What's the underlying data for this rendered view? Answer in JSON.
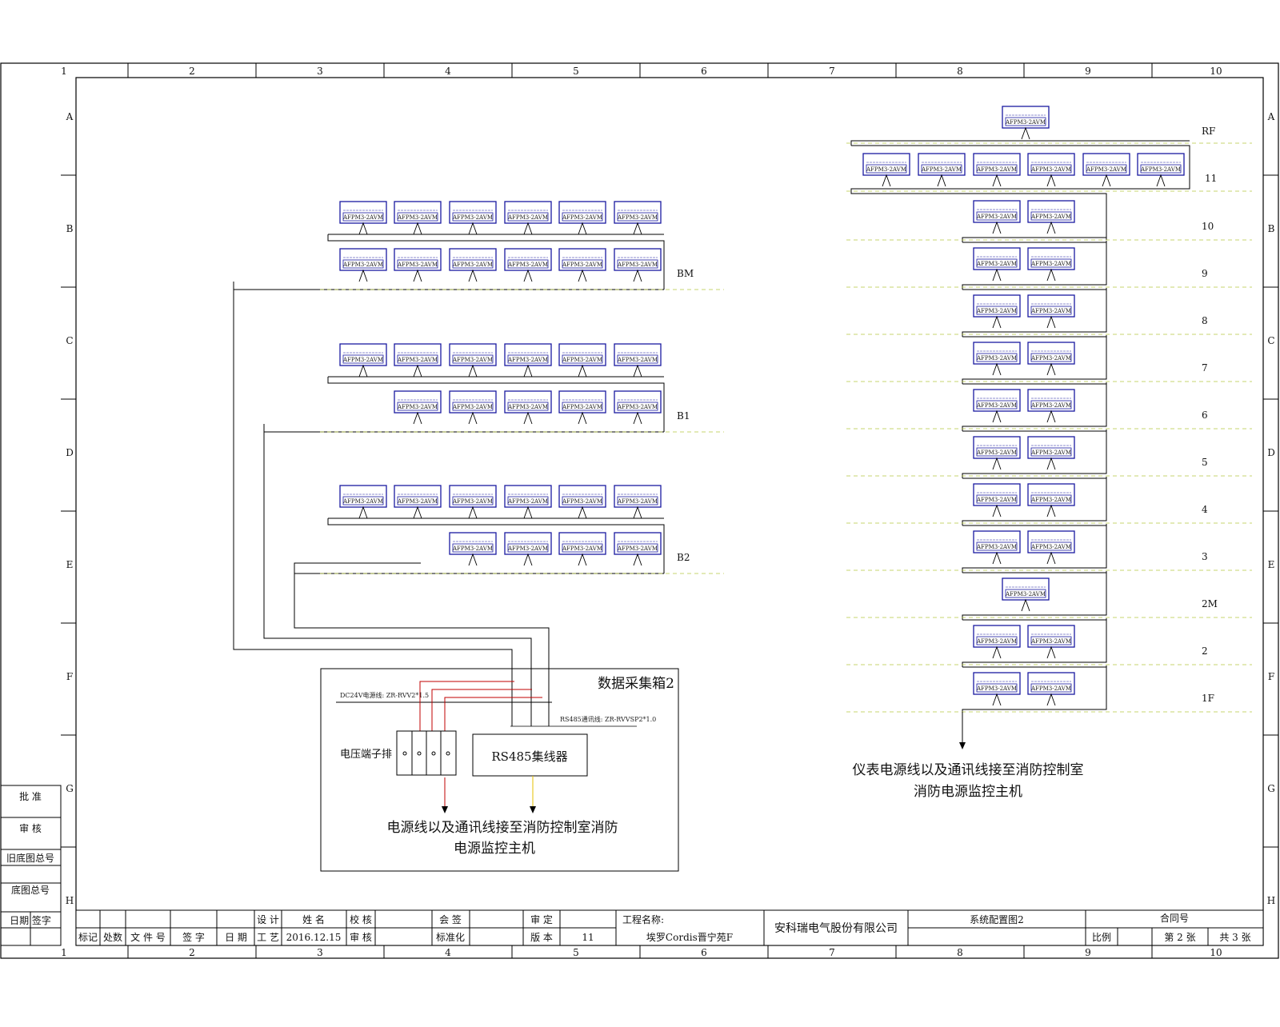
{
  "border": {
    "columns": [
      "1",
      "2",
      "3",
      "4",
      "5",
      "6",
      "7",
      "8",
      "9",
      "10"
    ],
    "rows": [
      "A",
      "B",
      "C",
      "D",
      "E",
      "F",
      "G",
      "H"
    ]
  },
  "left_system": {
    "floor_labels": [
      "BM",
      "B1",
      "B2"
    ],
    "box_title": "数据采集箱2",
    "power_line_note": "DC24V电源线: ZR-RVV2*1.5",
    "rs485_line_note": "RS485通讯线: ZR-RVVSP2*1.0",
    "terminal_label": "电压端子排",
    "concentrator_label": "RS485集线器",
    "bottom_note_1": "电源线以及通讯线接至消防控制室消防",
    "bottom_note_2": "电源监控主机"
  },
  "right_system": {
    "floor_labels": [
      "RF",
      "11",
      "10",
      "9",
      "8",
      "7",
      "6",
      "5",
      "4",
      "3",
      "2M",
      "2",
      "1F"
    ],
    "note_1": "仪表电源线以及通讯线接至消防控制室",
    "note_2": "消防电源监控主机"
  },
  "meter": {
    "model": "AFPM3-2AVM"
  },
  "sidebar": {
    "labels": [
      "批 准",
      "审 核",
      "旧底图总号",
      "底图总号",
      "日期 签字"
    ]
  },
  "title_block": {
    "row1": [
      "设 计",
      "姓 名",
      "校 核",
      "会 签",
      "审 定"
    ],
    "row2": [
      "标记",
      "处数",
      "文 件 号",
      "签 字",
      "日 期"
    ],
    "row2b": [
      "工 艺",
      "2016.12.15",
      "审 核",
      "标准化",
      "版 本",
      "11"
    ],
    "project_label": "工程名称:",
    "project_name": "埃罗Cordis晋宁苑F",
    "company": "安科瑞电气股份有限公司",
    "drawing_title": "系统配置图2",
    "drawing_no": "合同号",
    "scale": "比例",
    "sheet": "第 2 张",
    "total": "共 3 张"
  }
}
